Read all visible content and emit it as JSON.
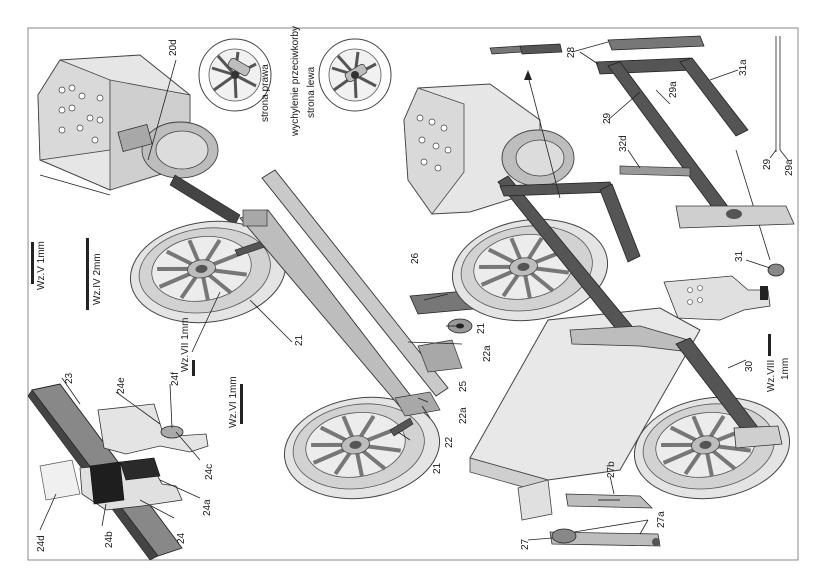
{
  "side_notes": {
    "right": "strona prawa",
    "deflection": "wychylenie przeciwkorby",
    "left": "strona lewa"
  },
  "scales": {
    "wz_v": "Wz.V  1mm",
    "wz_iv": "Wz.IV  2mm",
    "wz_vii": "Wz.VII  1mm",
    "wz_vi": "Wz.VI  1mm",
    "wz_viii": "Wz.VIII",
    "wz_viii_unit": "1mm"
  },
  "labels": {
    "p20d": "20d",
    "p21a": "21",
    "p21b": "21",
    "p21c": "21",
    "p22": "22",
    "p22a_top": "22a",
    "p22a_bot": "22a",
    "p23": "23",
    "p24": "24",
    "p24a": "24a",
    "p24b": "24b",
    "p24c": "24c",
    "p24d": "24d",
    "p24e": "24e",
    "p24f": "24f",
    "p25": "25",
    "p26": "26",
    "p27": "27",
    "p27a": "27a",
    "p27b": "27b",
    "p28": "28",
    "p29": "29",
    "p29a": "29a",
    "p29_side": "29",
    "p29a_side": "29a",
    "p30": "30",
    "p31": "31",
    "p31a": "31a",
    "p32d": "32d"
  },
  "colors": {
    "paper": "#ffffff",
    "frame": "#8a8a8a",
    "part_light": "#d6d6d6",
    "part_mid": "#a8a8a8",
    "part_dark": "#555555",
    "part_black": "#1e1e1e"
  }
}
